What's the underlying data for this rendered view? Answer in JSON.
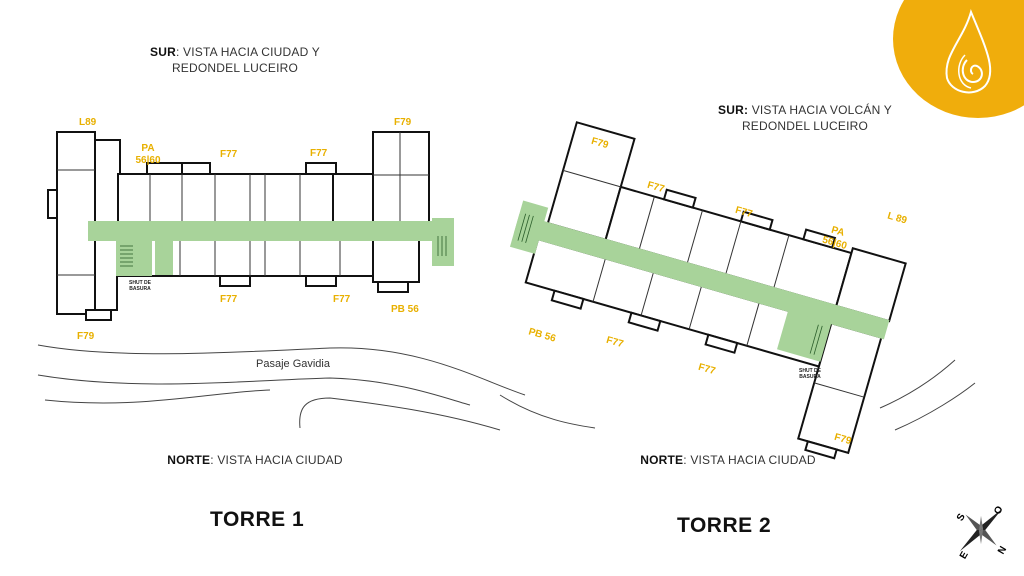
{
  "torre1": {
    "title": "TORRE 1",
    "south_heading": "SUR",
    "south_text": ": VISTA HACIA CIUDAD Y",
    "south_text2": "REDONDEL LUCEIRO",
    "north_heading": "NORTE",
    "north_text": ": VISTA HACIA  CIUDAD",
    "street": "Pasaje Gavidia",
    "trash_label": "SHUT DE BASURA",
    "units": [
      "L89",
      "PA 56|60",
      "F77",
      "F77",
      "F79",
      "F77",
      "F77",
      "PB 56",
      "F79"
    ]
  },
  "torre2": {
    "title": "TORRE 2",
    "south_heading": "SUR:",
    "south_text": " VISTA HACIA  VOLCÁN Y",
    "south_text2": "REDONDEL LUCEIRO",
    "north_heading": "NORTE",
    "north_text": ": VISTA HACIA  CIUDAD",
    "trash_label": "SHUT DE BASURA",
    "units": [
      "F79",
      "F77",
      "F77",
      "PA 56|60",
      "L 89",
      "PB 56",
      "F77",
      "F77",
      "F79"
    ]
  },
  "compass": {
    "n": "N",
    "s": "S",
    "e": "E",
    "o": "O"
  },
  "colors": {
    "accent": "#f0ad0c",
    "corridor": "#a8d39a",
    "unit_label": "#e8b000"
  },
  "icons": [
    "flame-drop-logo-icon",
    "compass-rose-icon"
  ]
}
